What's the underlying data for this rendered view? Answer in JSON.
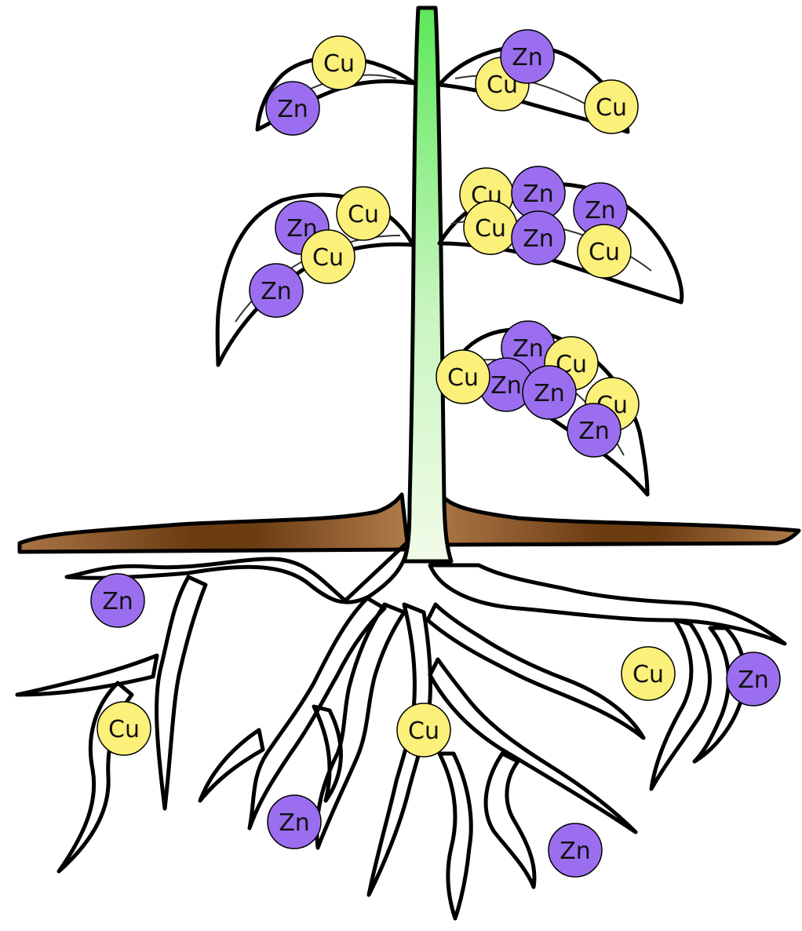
{
  "colors": {
    "zn_fill": "#9b6ef0",
    "cu_fill": "#fbf07a",
    "leaf_fill": "#7ded7a",
    "stem_top": "#5de85a",
    "root_fill": "#f1fbe8",
    "soil_dark": "#6b3b12",
    "soil_light": "#b07c4a"
  },
  "ions": [
    {
      "symbol": "Cu",
      "kind": "cu",
      "location": "upper-left-leaf"
    },
    {
      "symbol": "Zn",
      "kind": "zn",
      "location": "upper-left-leaf"
    },
    {
      "symbol": "Cu",
      "kind": "cu",
      "location": "upper-right-leaf"
    },
    {
      "symbol": "Zn",
      "kind": "zn",
      "location": "upper-right-leaf"
    },
    {
      "symbol": "Cu",
      "kind": "cu",
      "location": "upper-right-leaf"
    },
    {
      "symbol": "Zn",
      "kind": "zn",
      "location": "middle-left-leaf"
    },
    {
      "symbol": "Cu",
      "kind": "cu",
      "location": "middle-left-leaf"
    },
    {
      "symbol": "Cu",
      "kind": "cu",
      "location": "middle-left-leaf"
    },
    {
      "symbol": "Zn",
      "kind": "zn",
      "location": "middle-left-leaf"
    },
    {
      "symbol": "Cu",
      "kind": "cu",
      "location": "middle-right-leaf"
    },
    {
      "symbol": "Zn",
      "kind": "zn",
      "location": "middle-right-leaf"
    },
    {
      "symbol": "Zn",
      "kind": "zn",
      "location": "middle-right-leaf"
    },
    {
      "symbol": "Cu",
      "kind": "cu",
      "location": "middle-right-leaf"
    },
    {
      "symbol": "Zn",
      "kind": "zn",
      "location": "middle-right-leaf"
    },
    {
      "symbol": "Cu",
      "kind": "cu",
      "location": "middle-right-leaf"
    },
    {
      "symbol": "Zn",
      "kind": "zn",
      "location": "lower-right-leaf"
    },
    {
      "symbol": "Cu",
      "kind": "cu",
      "location": "lower-right-leaf"
    },
    {
      "symbol": "Zn",
      "kind": "zn",
      "location": "lower-right-leaf"
    },
    {
      "symbol": "Cu",
      "kind": "cu",
      "location": "lower-right-leaf"
    },
    {
      "symbol": "Cu",
      "kind": "cu",
      "location": "lower-right-leaf"
    },
    {
      "symbol": "Zn",
      "kind": "zn",
      "location": "lower-right-leaf"
    },
    {
      "symbol": "Zn",
      "kind": "zn",
      "location": "lower-right-leaf"
    },
    {
      "symbol": "Zn",
      "kind": "zn",
      "location": "soil"
    },
    {
      "symbol": "Cu",
      "kind": "cu",
      "location": "soil"
    },
    {
      "symbol": "Zn",
      "kind": "zn",
      "location": "soil"
    },
    {
      "symbol": "Cu",
      "kind": "cu",
      "location": "soil"
    },
    {
      "symbol": "Cu",
      "kind": "cu",
      "location": "soil"
    },
    {
      "symbol": "Zn",
      "kind": "zn",
      "location": "soil"
    },
    {
      "symbol": "Zn",
      "kind": "zn",
      "location": "soil"
    }
  ]
}
